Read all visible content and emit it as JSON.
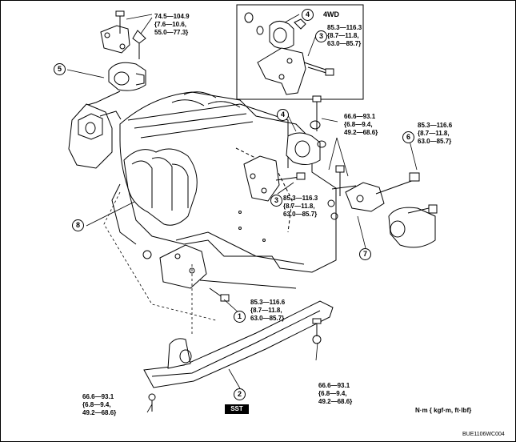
{
  "callouts": {
    "c1": "1",
    "c2": "2",
    "c3a": "3",
    "c3b": "3",
    "c4a": "4",
    "c4b": "4",
    "c5": "5",
    "c6": "6",
    "c7": "7",
    "c8": "8"
  },
  "inset": {
    "label": "4WD"
  },
  "torques": {
    "top_left": [
      "74.5—104.9",
      "{7.6—10.6,",
      "55.0—77.3}"
    ],
    "inset": [
      "85.3—116.3",
      "{8.7—11.8,",
      "63.0—85.7}"
    ],
    "mid_right": [
      "66.6—93.1",
      "{6.8—9.4,",
      "49.2—68.6}"
    ],
    "far_right": [
      "85.3—116.6",
      "{8.7—11.8,",
      "63.0—85.7}"
    ],
    "center": [
      "85.3—116.3",
      "{8.7—11.8,",
      "63.0—85.7}"
    ],
    "lower_center": [
      "85.3—116.6",
      "{8.7—11.8,",
      "63.0—85.7}"
    ],
    "bottom_left": [
      "66.6—93.1",
      "{6.8—9.4,",
      "49.2—68.6}"
    ],
    "bottom_right": [
      "66.6—93.1",
      "{6.8—9.4,",
      "49.2—68.6}"
    ]
  },
  "sst_label": "SST",
  "unit_legend": "N·m { kgf·m,  ft·lbf}",
  "figure_code": "BUE1106WC004"
}
